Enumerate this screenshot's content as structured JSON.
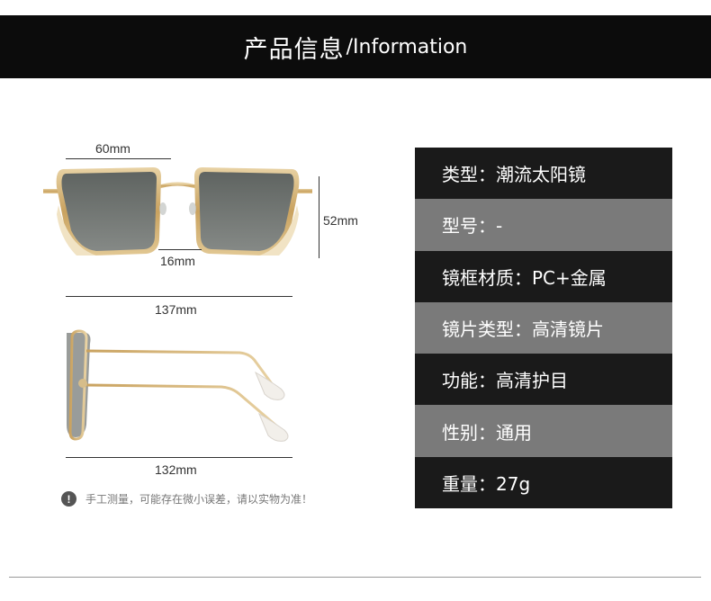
{
  "header": {
    "title_cn": "产品信息",
    "title_en": "/Information"
  },
  "dimensions": {
    "lens_width": "60mm",
    "lens_height": "52mm",
    "bridge_width": "16mm",
    "frame_width": "137mm",
    "temple_length": "132mm"
  },
  "note": {
    "icon": "exclamation-icon",
    "icon_glyph": "!",
    "text": "手工测量，可能存在微小误差，请以实物为准！"
  },
  "specs": [
    {
      "label": "类型：潮流太阳镜",
      "tone": "dark"
    },
    {
      "label": "型号：-",
      "tone": "light"
    },
    {
      "label": "镜框材质：PC+金属",
      "tone": "dark"
    },
    {
      "label": "镜片类型：高清镜片",
      "tone": "light"
    },
    {
      "label": "功能：高清护目",
      "tone": "dark"
    },
    {
      "label": "性别：通用",
      "tone": "light"
    },
    {
      "label": "重量：27g",
      "tone": "dark"
    }
  ],
  "colors": {
    "header_bg": "#0c0c0c",
    "row_dark": "#1a1a1a",
    "row_light": "#7a7a7a",
    "frame_gold": "#d2b27a",
    "lens_gray": "#6d716f"
  }
}
